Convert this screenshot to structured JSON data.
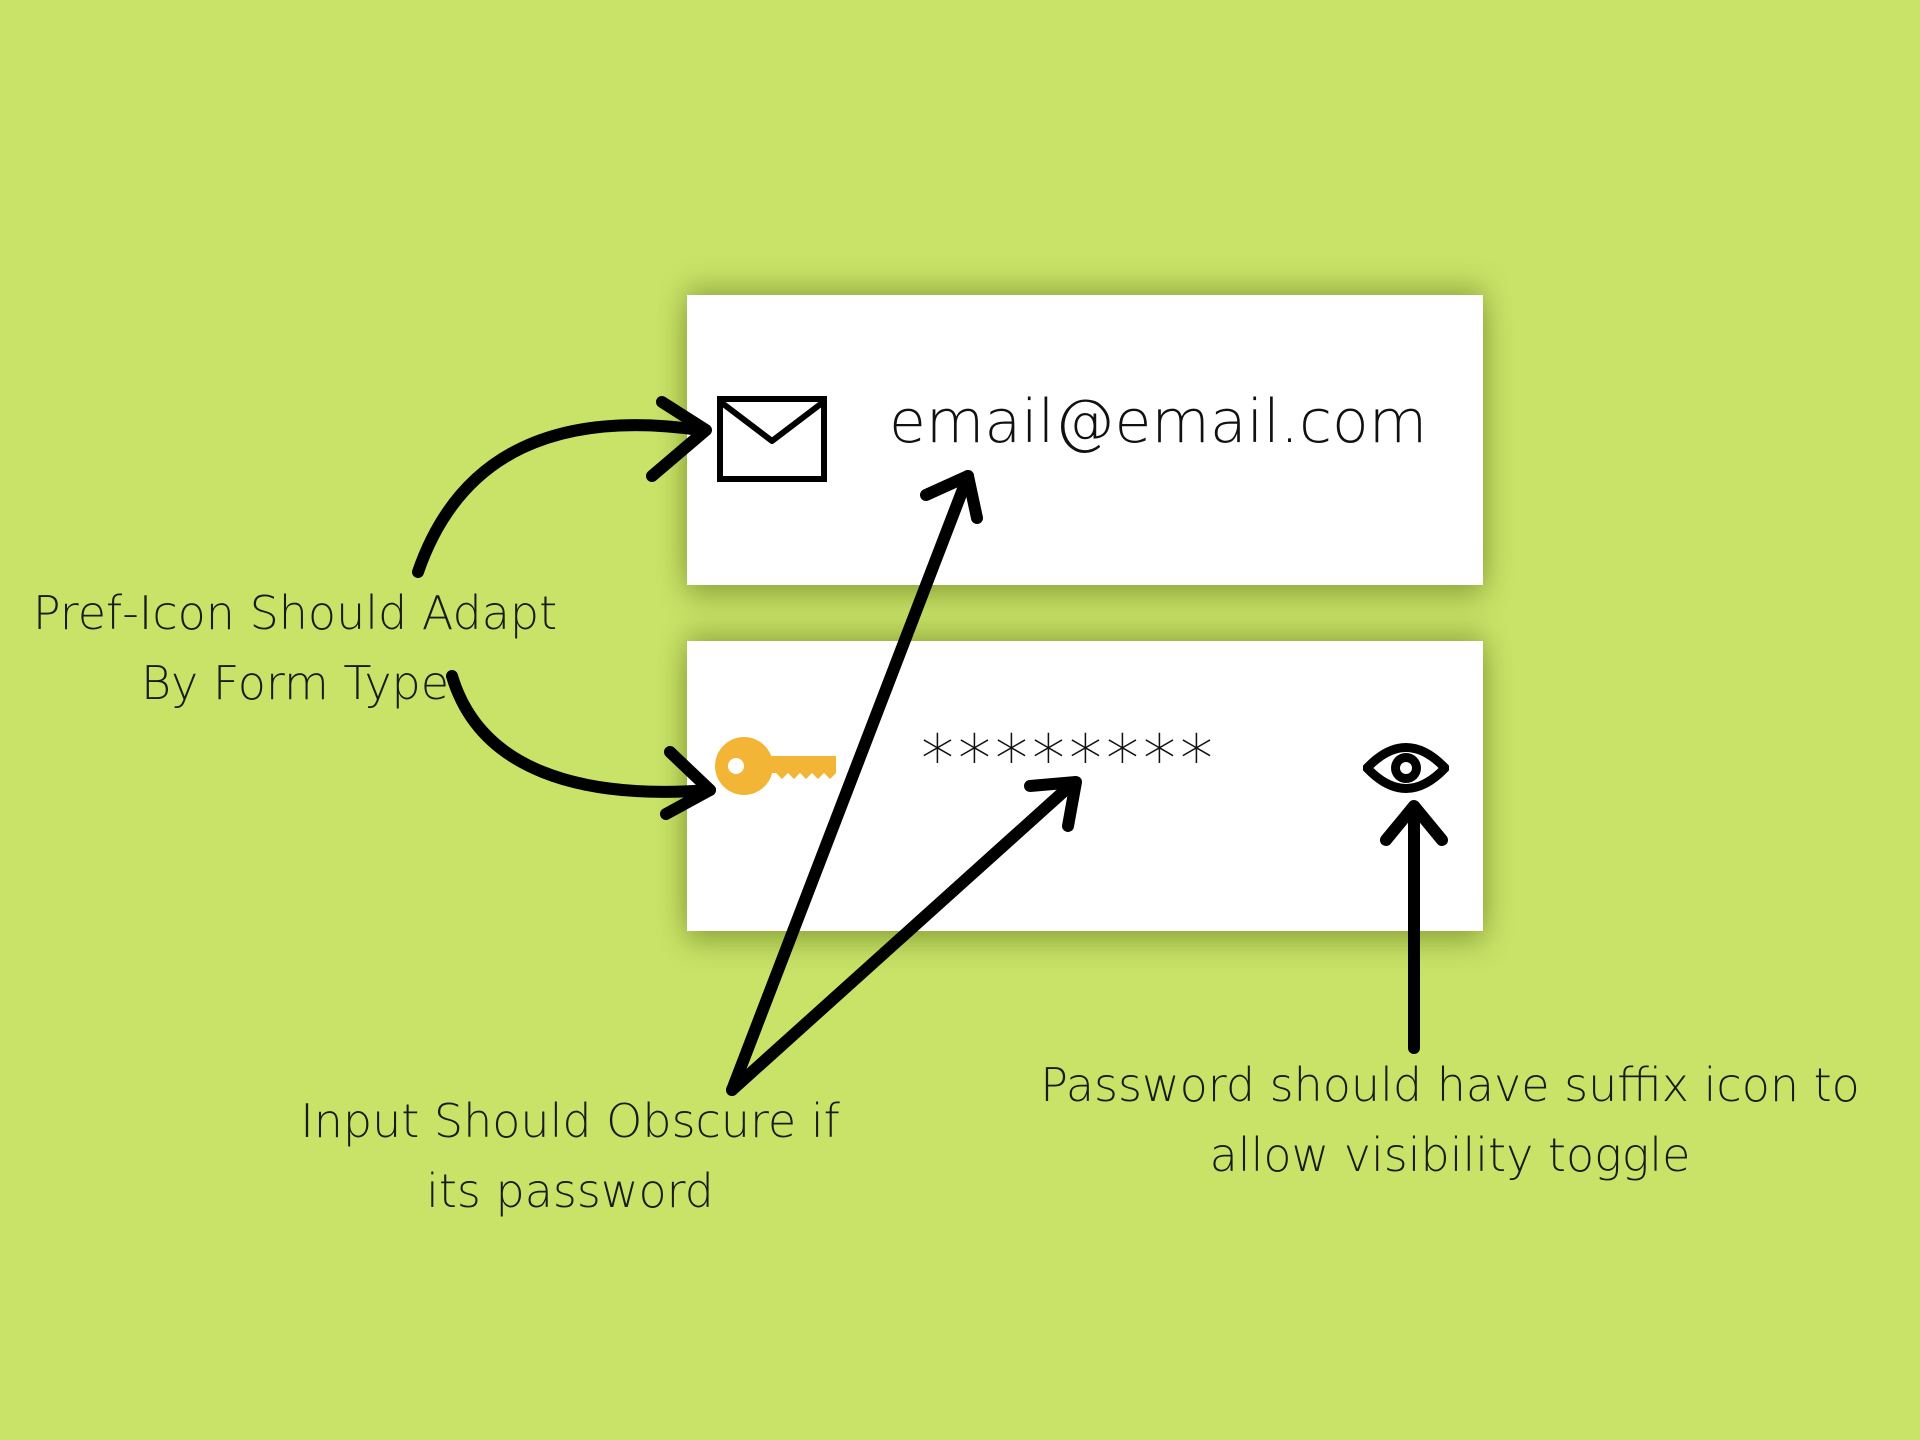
{
  "form": {
    "email_value": "email@email.com",
    "password_value": "********",
    "prefix_icon_email": "mail-icon",
    "prefix_icon_password": "key-icon",
    "suffix_icon_password": "eye-icon"
  },
  "annotations": {
    "prefix_icon": {
      "line1": "Pref-Icon Should Adapt",
      "line2": "By Form Type"
    },
    "obscure": {
      "line1": "Input Should Obscure if",
      "line2": "its password"
    },
    "suffix": {
      "line1": "Password should have suffix icon to",
      "line2": "allow  visibility toggle"
    }
  },
  "colors": {
    "background": "#c8e368",
    "field": "#ffffff",
    "key": "#f2b535",
    "ink": "#000000"
  }
}
